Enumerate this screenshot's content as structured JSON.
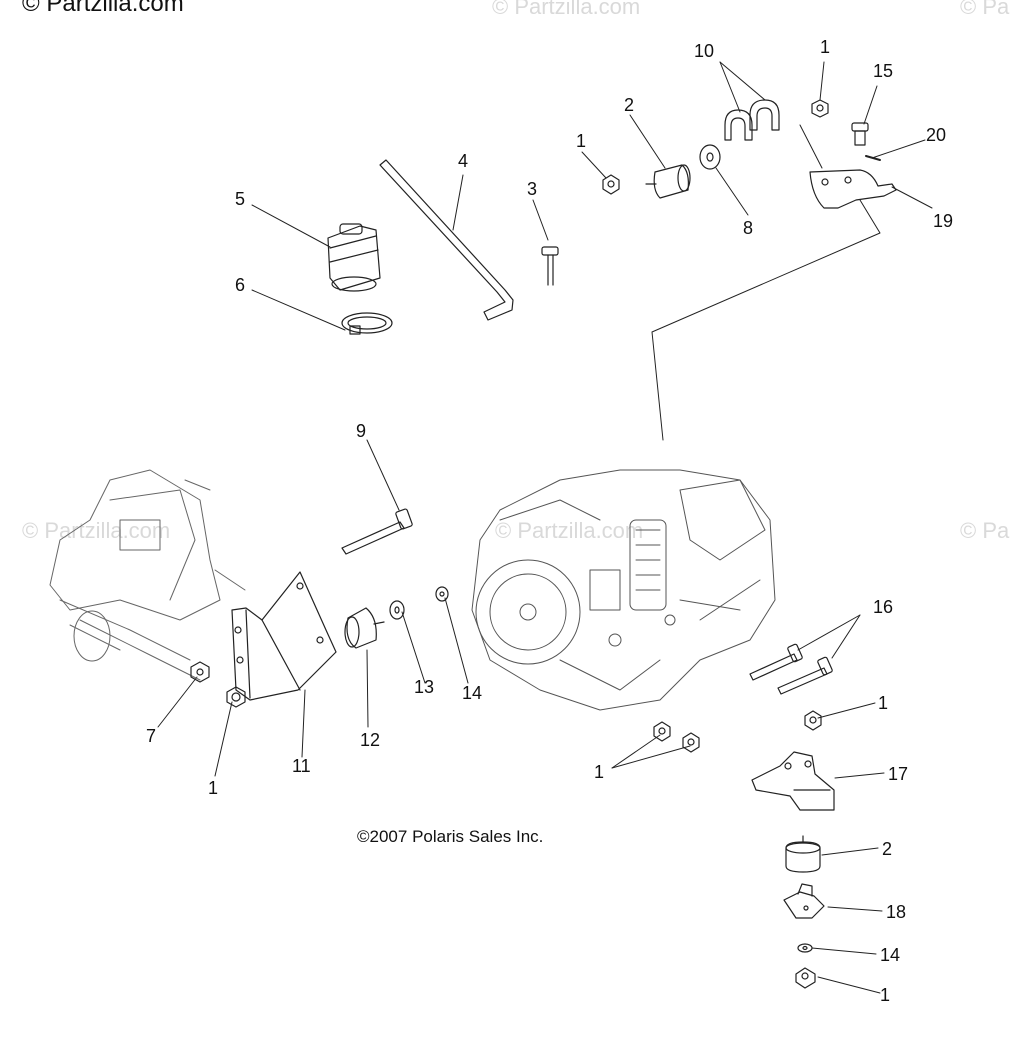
{
  "watermark": {
    "brand": "© Partzilla.com",
    "faint": "© Partzilla.com",
    "faint_partial": "© Pa"
  },
  "copyright": "©2007 Polaris Sales Inc.",
  "callouts": {
    "c1a": "1",
    "c1b": "1",
    "c1c": "1",
    "c1d": "1",
    "c1e": "1",
    "c1f": "1",
    "c2a": "2",
    "c2b": "2",
    "c3": "3",
    "c4": "4",
    "c5": "5",
    "c6": "6",
    "c7": "7",
    "c8": "8",
    "c9": "9",
    "c10": "10",
    "c11": "11",
    "c12": "12",
    "c13": "13",
    "c14a": "14",
    "c14b": "14",
    "c15": "15",
    "c16": "16",
    "c17": "17",
    "c18": "18",
    "c19": "19",
    "c20": "20"
  }
}
